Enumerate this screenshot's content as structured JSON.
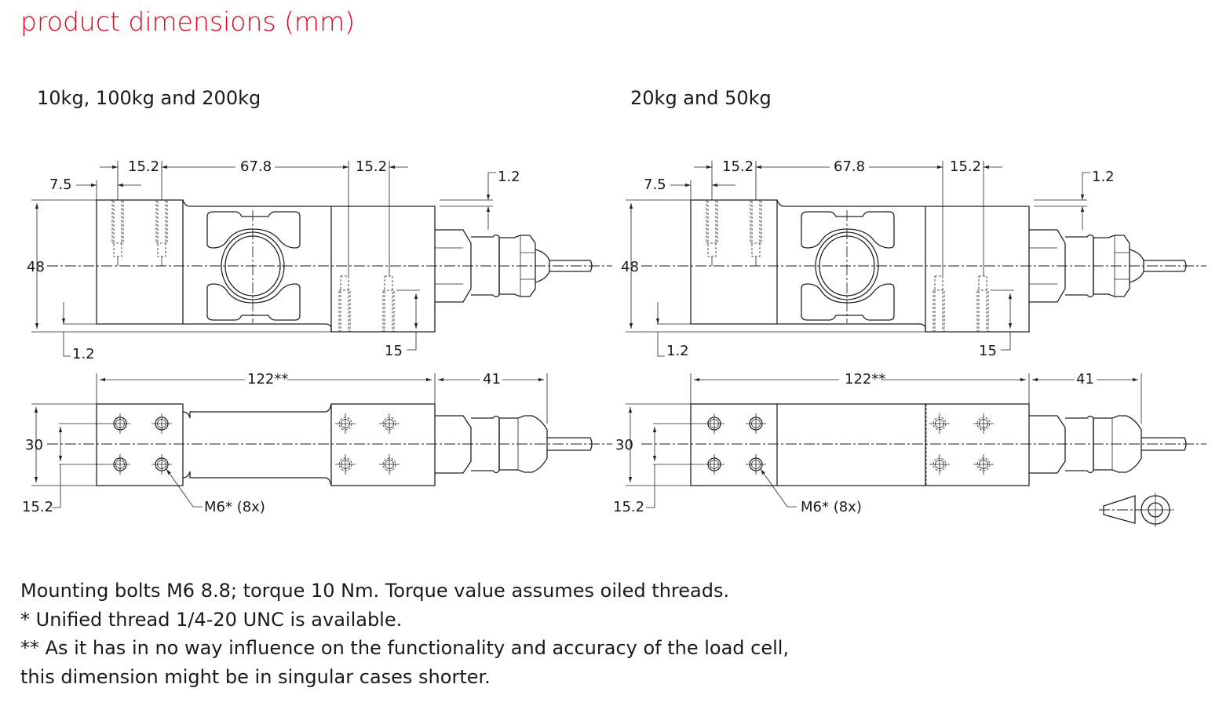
{
  "title": "product dimensions (mm)",
  "variants": [
    {
      "heading": "10kg, 100kg and 200kg",
      "dims": {
        "a": "15.2",
        "b": "67.8",
        "c": "15.2",
        "d": "7.5",
        "e": "1.2",
        "h": "48",
        "f": "1.2",
        "g": "15",
        "len": "122**",
        "cable": "41",
        "w": "30",
        "hp": "15.2",
        "thread": "M6* (8x)"
      }
    },
    {
      "heading": "20kg and 50kg",
      "dims": {
        "a": "15.2",
        "b": "67.8",
        "c": "15.2",
        "d": "7.5",
        "e": "1.2",
        "h": "48",
        "f": "1.2",
        "g": "15",
        "len": "122**",
        "cable": "41",
        "w": "30",
        "hp": "15.2",
        "thread": "M6* (8x)"
      }
    }
  ],
  "notes": [
    "Mounting bolts M6 8.8; torque 10 Nm. Torque value assumes oiled threads.",
    "* Unified thread 1/4-20 UNC is available.",
    "** As it has in no way influence on the functionality and accuracy of the load cell,",
    "this dimension might be in singular cases shorter."
  ],
  "icons": {
    "projection": "first-angle-projection-icon"
  },
  "colors": {
    "title": "#e2001a"
  }
}
